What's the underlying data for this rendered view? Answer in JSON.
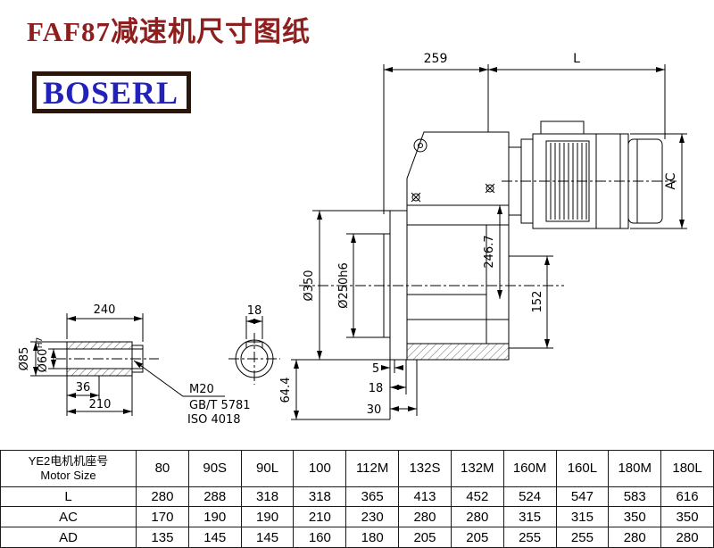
{
  "title": "FAF87减速机尺寸图纸",
  "logo": "BOSERL",
  "colors": {
    "title": "#8e1f1f",
    "logo_text": "#2121bb",
    "logo_border": "#2a150b",
    "line": "#000000"
  },
  "dims": {
    "d259": "259",
    "L": "L",
    "AC": "AC",
    "d246_7": "246.7",
    "d350": "Ø350",
    "d250h6": "Ø250h6",
    "d152": "152",
    "d5": "5",
    "d18_flange": "18",
    "d30": "30",
    "d64_4": "64.4",
    "d240": "240",
    "d18_key": "18",
    "d85": "Ø85",
    "d60": "Ø60",
    "d60_tol": "H7",
    "d36": "36",
    "d210": "210",
    "m20": "M20",
    "gbt": "GB/T 5781",
    "iso": "ISO 4018"
  },
  "table": {
    "rows": [
      [
        "YE2电机机座号\nMotor Size",
        "80",
        "90S",
        "90L",
        "100",
        "112M",
        "132S",
        "132M",
        "160M",
        "160L",
        "180M",
        "180L"
      ],
      [
        "L",
        "280",
        "288",
        "318",
        "318",
        "365",
        "413",
        "452",
        "524",
        "547",
        "583",
        "616"
      ],
      [
        "AC",
        "170",
        "190",
        "190",
        "210",
        "230",
        "280",
        "280",
        "315",
        "315",
        "350",
        "350"
      ],
      [
        "AD",
        "135",
        "145",
        "145",
        "160",
        "180",
        "205",
        "205",
        "255",
        "255",
        "280",
        "280"
      ]
    ]
  }
}
